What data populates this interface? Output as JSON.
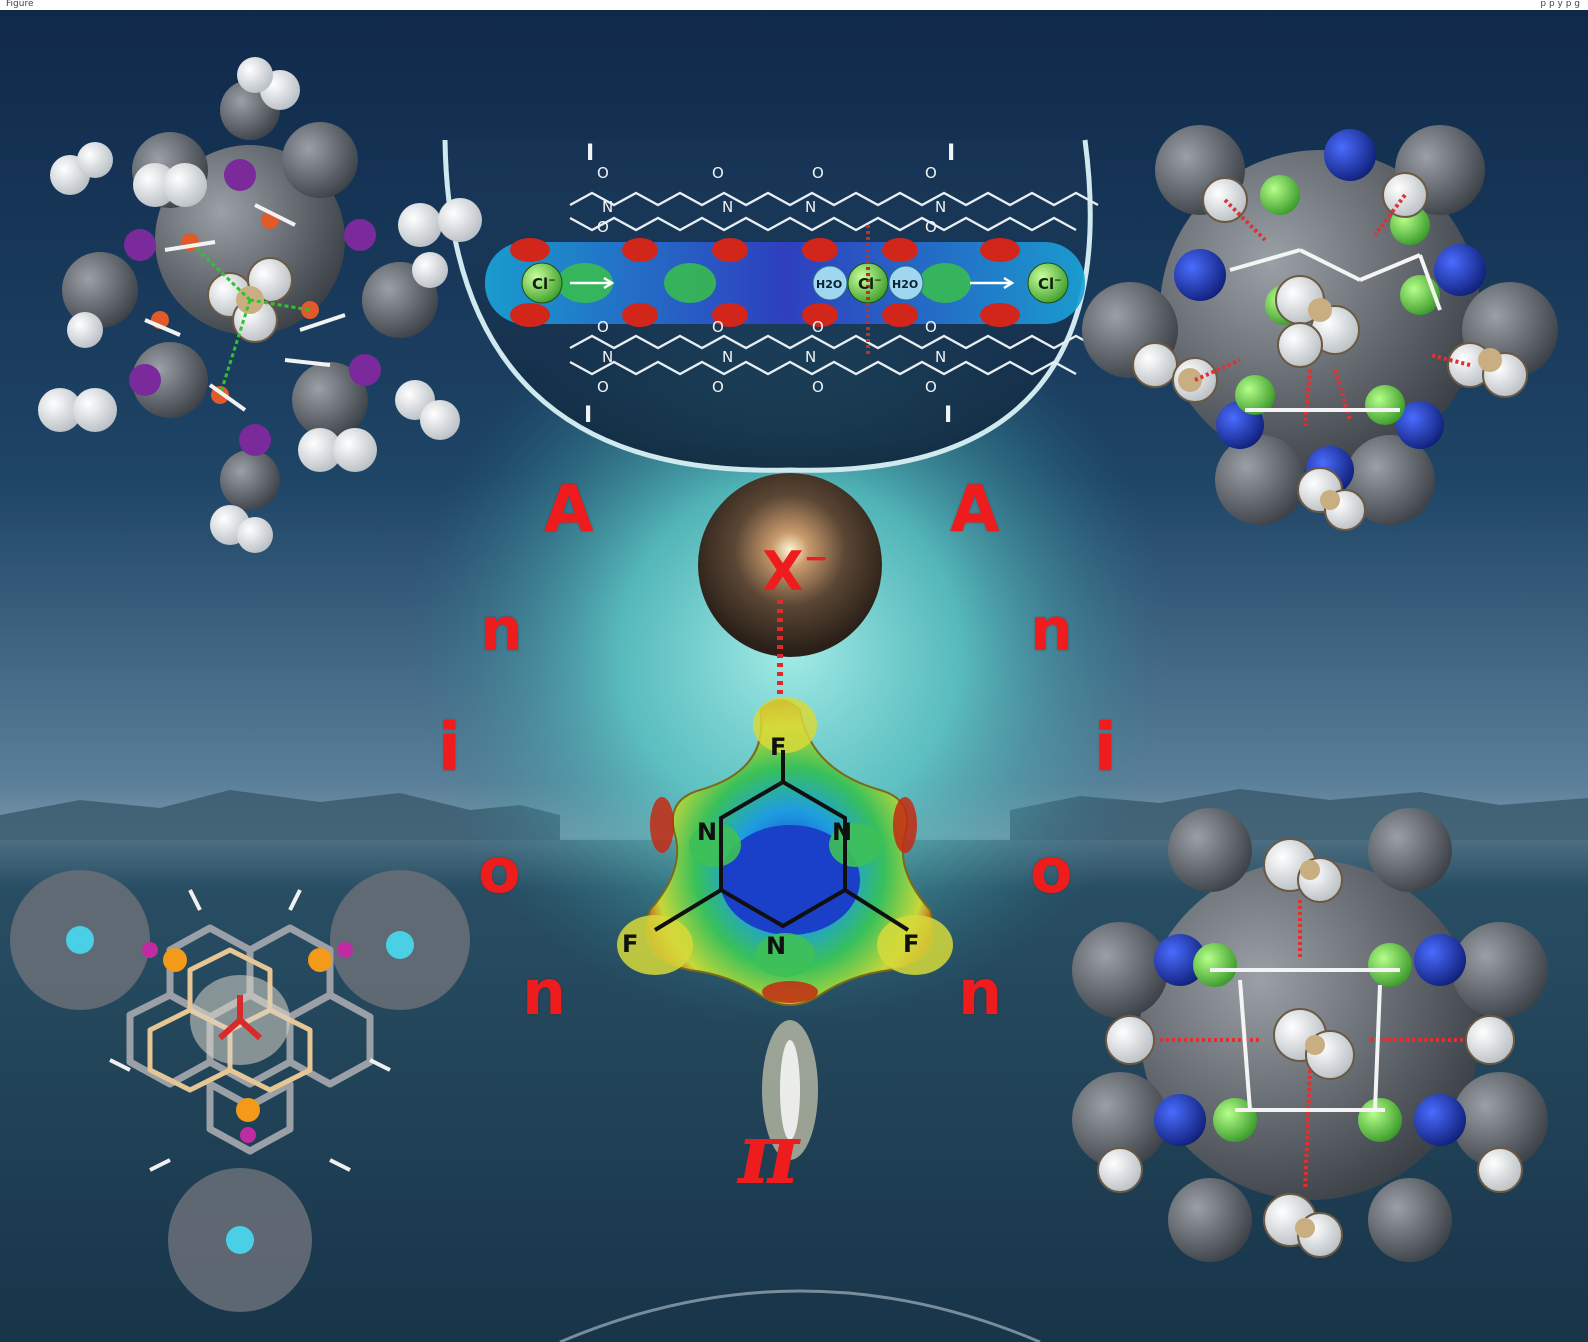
{
  "header": {
    "left_text": "Figure",
    "right_text": "p    p    y p g"
  },
  "title_letters": {
    "left": [
      "A",
      "n",
      "i",
      "o",
      "n"
    ],
    "right": [
      "A",
      "n",
      "i",
      "o",
      "n"
    ],
    "pi": "π"
  },
  "center_labels": {
    "anion": "X",
    "anion_charge": "−",
    "fluorine": "F",
    "nitrogen": "N"
  },
  "channel_labels": {
    "chloride": "Cl",
    "chloride_charge": "−",
    "water": "H2O",
    "oxygen": "O",
    "nitrogen": "N",
    "iodine": "I"
  },
  "colors": {
    "accent_red": "#ee1c1c",
    "sky_dark": "#0f2a45",
    "glow": "#5fd6cf",
    "anion_sphere": "#4a3a2c"
  }
}
